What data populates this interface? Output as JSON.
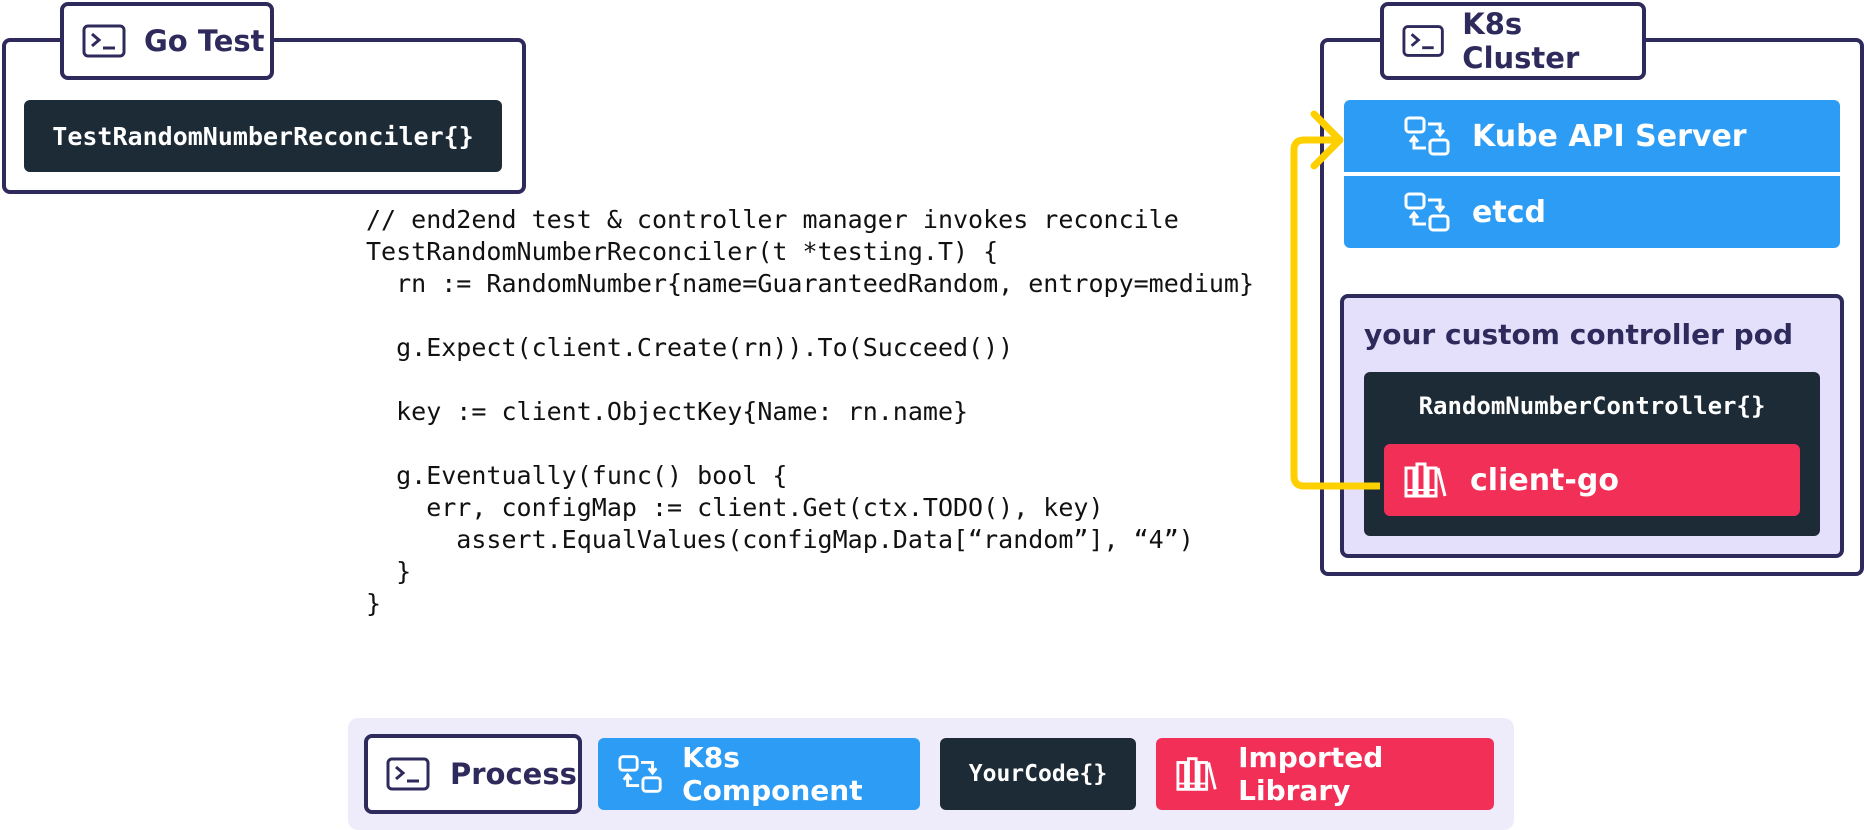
{
  "go_test": {
    "tab_label": "Go Test",
    "icon": "terminal-icon",
    "code_box": "TestRandomNumberReconciler{}"
  },
  "cluster": {
    "tab_label": "K8s Cluster",
    "icon": "terminal-icon",
    "api_server": {
      "label": "Kube API Server",
      "icon": "sync-arrows-icon"
    },
    "etcd": {
      "label": "etcd",
      "icon": "sync-arrows-icon"
    },
    "pod": {
      "title": "your custom controller pod",
      "controller": "RandomNumberController{}",
      "client": {
        "label": "client-go",
        "icon": "library-books-icon"
      }
    }
  },
  "code_lines": [
    "// end2end test & controller manager invokes reconcile",
    "TestRandomNumberReconciler(t *testing.T) {",
    "  rn := RandomNumber{name=GuaranteedRandom, entropy=medium}",
    "",
    "  g.Expect(client.Create(rn)).To(Succeed())",
    "",
    "  key := client.ObjectKey{Name: rn.name}",
    "",
    "  g.Eventually(func() bool {",
    "    err, configMap := client.Get(ctx.TODO(), key)",
    "      assert.EqualValues(configMap.Data[“random”], “4”)",
    "  }",
    "}"
  ],
  "legend": {
    "process": "Process",
    "k8s_component": "K8s Component",
    "your_code": "YourCode{}",
    "imported_library": "Imported Library"
  },
  "colors": {
    "navy": "#2e2b5c",
    "blue": "#2d9cf5",
    "dark": "#1c2b36",
    "red": "#f22f56",
    "lavender": "#e4e0fb",
    "arrow": "#ffd000"
  }
}
